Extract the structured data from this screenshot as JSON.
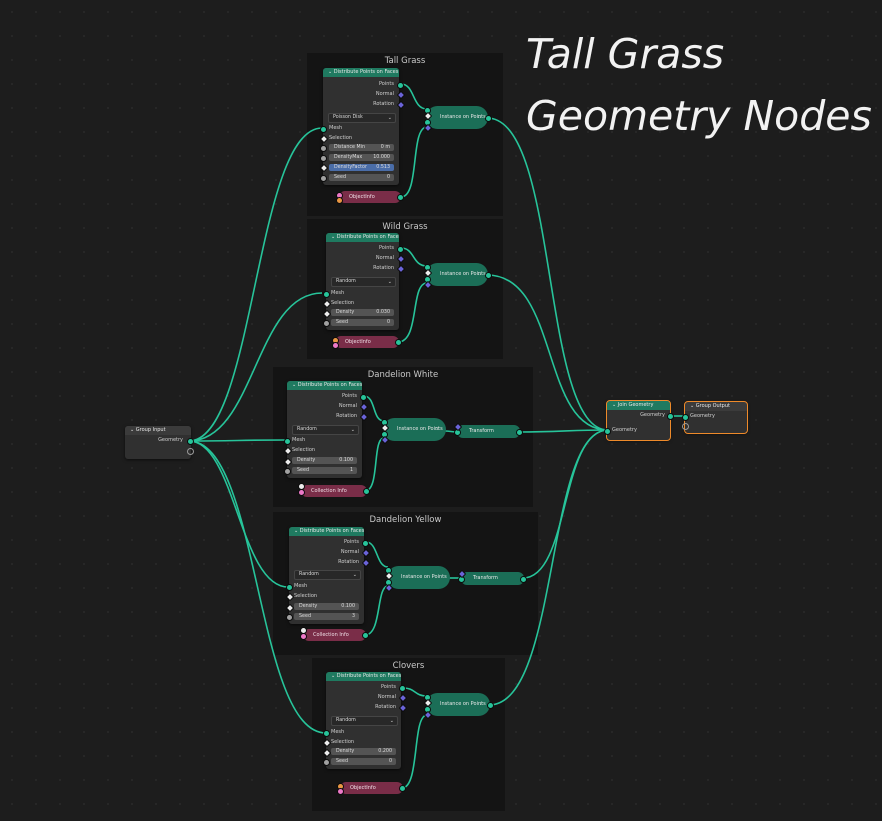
{
  "title": {
    "line1": "Tall Grass",
    "line2": "Geometry Nodes"
  },
  "frames": {
    "tall_grass": "Tall Grass",
    "wild_grass": "Wild Grass",
    "dandelion_white": "Dandelion White",
    "dandelion_yellow": "Dandelion Yellow",
    "clovers": "Clovers"
  },
  "colors": {
    "geometry_wire": "#27c49a",
    "distribute_header": "#1f7a60",
    "object_info": "#7a2d48",
    "selection_outline": "#ee8a2a"
  },
  "node_labels": {
    "distribute": "Distribute Points on Faces",
    "points": "Points",
    "normal": "Normal",
    "rotation": "Rotation",
    "mesh": "Mesh",
    "selection": "Selection",
    "density": "Density",
    "seed": "Seed",
    "instance": "Instance on Points",
    "object_info": "ObjectInfo",
    "collection_info": "Collection Info",
    "transform": "Transform",
    "group_input": "Group Input",
    "group_output": "Group Output",
    "join_geometry": "Join Geometry",
    "geometry": "Geometry",
    "instance_dots": "::"
  },
  "tall": {
    "mode": "Poisson Disk",
    "distance_min_label": "Distance Min",
    "distance_min": "0 m",
    "density_max_label": "DensityMax",
    "density_max": "10.000",
    "density_factor_label": "DensityFactor",
    "density_factor": "0.513",
    "seed": "0"
  },
  "wild": {
    "mode": "Random",
    "density": "0.030",
    "seed": "0"
  },
  "dwhite": {
    "mode": "Random",
    "density": "0.100",
    "seed": "1"
  },
  "dyellow": {
    "mode": "Random",
    "density": "0.100",
    "seed": "3"
  },
  "clovers": {
    "mode": "Random",
    "density": "0.200",
    "seed": "0"
  },
  "icons": {
    "collapse": "chevron-down-icon",
    "dropdown": "chevron-down-icon"
  }
}
